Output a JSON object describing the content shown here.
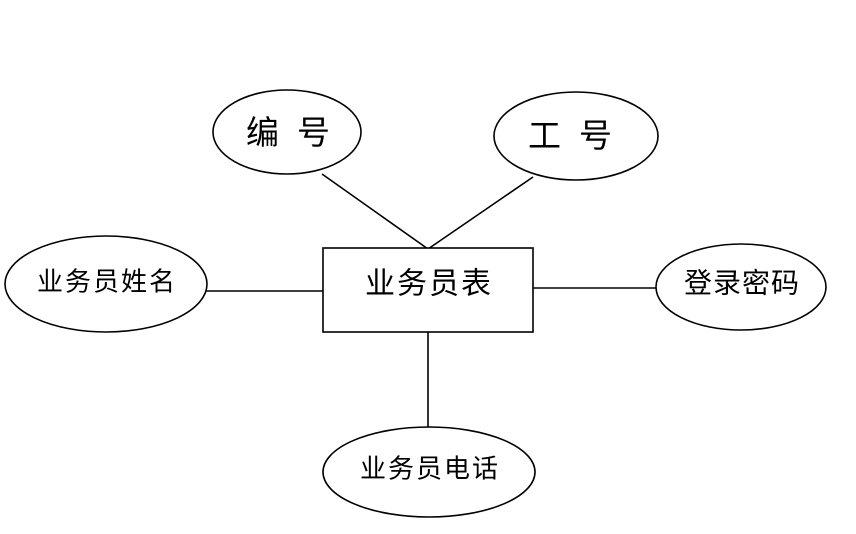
{
  "diagram": {
    "kind": "entity-attribute-diagram",
    "colors": {
      "background": "#ffffff",
      "stroke": "#000000",
      "text": "#000000"
    },
    "entity": {
      "label": "业务员表"
    },
    "attributes": [
      {
        "label": "编号",
        "position": "top-left"
      },
      {
        "label": "工号",
        "position": "top-right"
      },
      {
        "label": "业务员姓名",
        "position": "left"
      },
      {
        "label": "登录密码",
        "position": "right"
      },
      {
        "label": "业务员电话",
        "position": "bottom"
      }
    ],
    "connections": [
      {
        "from": "编号",
        "to": "业务员表"
      },
      {
        "from": "工号",
        "to": "业务员表"
      },
      {
        "from": "业务员姓名",
        "to": "业务员表"
      },
      {
        "from": "登录密码",
        "to": "业务员表"
      },
      {
        "from": "业务员电话",
        "to": "业务员表"
      }
    ]
  }
}
